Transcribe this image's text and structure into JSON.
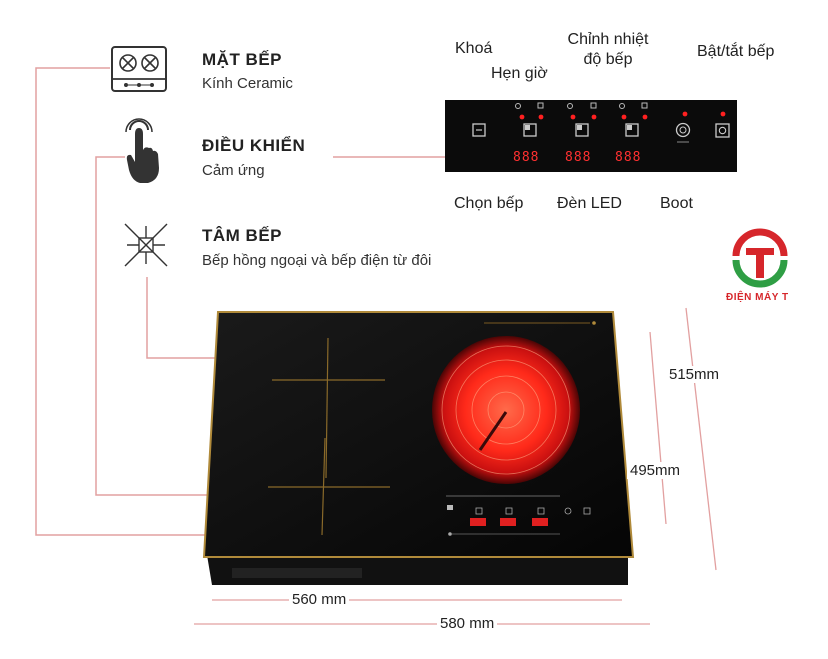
{
  "features": [
    {
      "icon": "cooktop-icon",
      "title": "MẶT BẾP",
      "subtitle": "Kính Ceramic"
    },
    {
      "icon": "touch-hand-icon",
      "title": "ĐIỀU KHIỂN",
      "subtitle": "Cảm ứng"
    },
    {
      "icon": "burner-center-icon",
      "title": "TÂM BẾP",
      "subtitle": "Bếp hồng ngoại và bếp điện từ đôi"
    }
  ],
  "control_labels": {
    "lock": "Khoá",
    "timer": "Hẹn giờ",
    "temp_line1": "Chỉnh nhiệt",
    "temp_line2": "độ bếp",
    "power": "Bật/tắt bếp",
    "select": "Chọn bếp",
    "led": "Đèn LED",
    "boost": "Boot"
  },
  "panel_display": [
    "888",
    "888",
    "888"
  ],
  "dimensions": {
    "depth_outer": "515mm",
    "depth_inner": "495mm",
    "width_inner": "560 mm",
    "width_outer": "580 mm"
  },
  "brand": {
    "name": "ĐIỆN MÁY T",
    "logo_letter": "T"
  },
  "colors": {
    "accent_line": "#e2a0a0",
    "glass": "#0b0b0b",
    "burner_red": "#ff2a1a",
    "brand_red": "#d6262b",
    "brand_green": "#2f9e44"
  }
}
